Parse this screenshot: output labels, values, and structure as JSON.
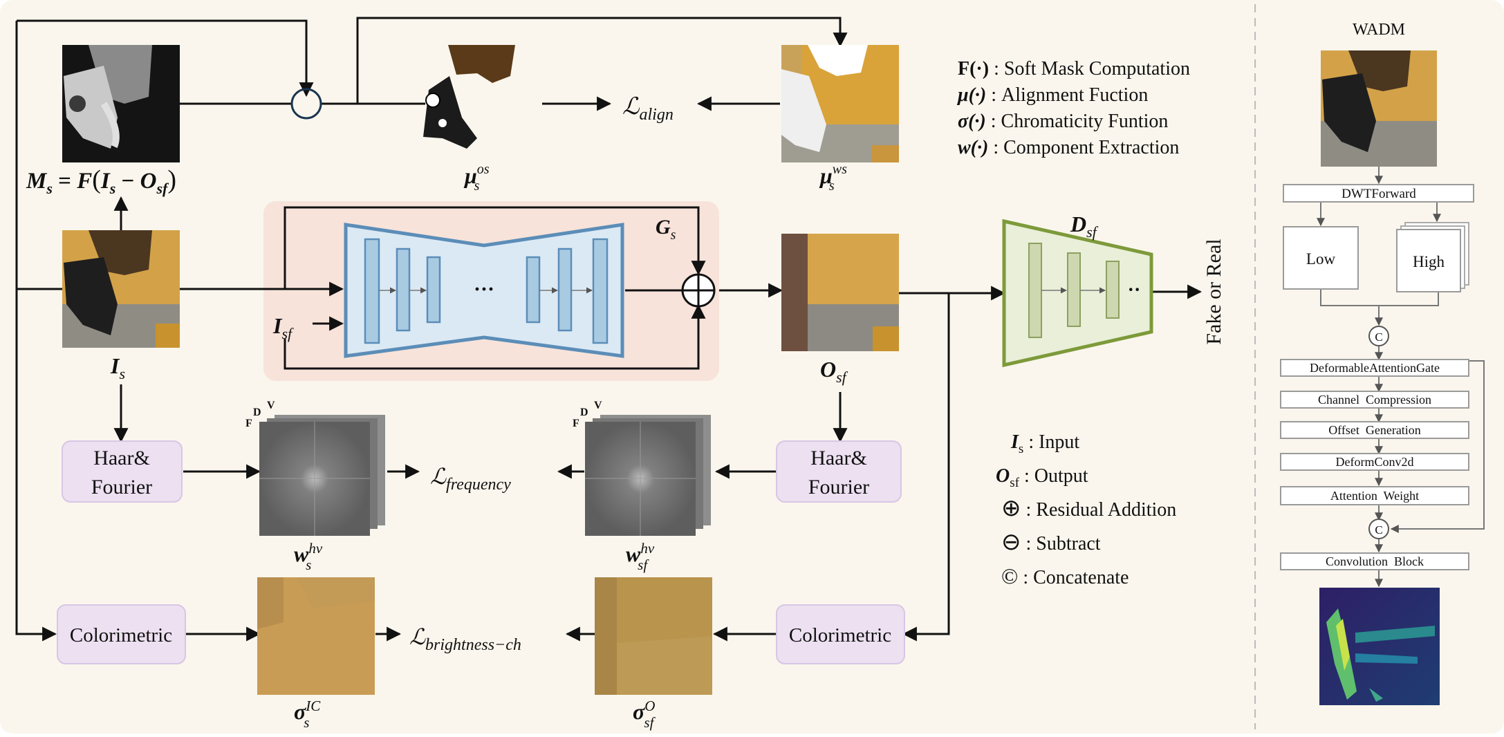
{
  "colors": {
    "canvas_bg": "#faf6ed",
    "generator_panel": "#f7e3da",
    "generator_border": "#5b8db8",
    "generator_fill": "#dbe9f4",
    "discriminator_border": "#7d9a3a",
    "discriminator_fill": "#e9efd8",
    "module_fill": "#ece0f1",
    "module_border": "#d9c7e6",
    "wadm_box_border": "#9a9a9a",
    "arrow": "#111111",
    "mask_yellow": "#d9a33a",
    "chromaticity_a": "#c99c55",
    "chromaticity_b": "#b8944c",
    "heatmap_bg": "#2c1e5a"
  },
  "left_panel": {
    "mask_label": {
      "lhs": "M",
      "sub": "s",
      "eq": " = ",
      "fn": "F",
      "arg_open": "(",
      "I": "I",
      "I_sub": "s",
      "minus": " − ",
      "O": "O",
      "O_sub": "sf",
      "arg_close": ")"
    },
    "mu_os": {
      "base": "μ",
      "sub": "s",
      "sup": "os"
    },
    "mu_ws": {
      "base": "μ",
      "sub": "s",
      "sup": "ws"
    },
    "loss_align": {
      "script": "ℒ",
      "sub": "align"
    },
    "input_label": {
      "base": "I",
      "sub": "s"
    },
    "generator": {
      "base": "G",
      "sub": "s"
    },
    "generator_extra_input": {
      "base": "I",
      "sub": "sf"
    },
    "generator_dots": "···",
    "output_label": {
      "base": "O",
      "sub": "sf"
    },
    "discriminator": {
      "base": "D",
      "sub": "sf",
      "dots": "··"
    },
    "fake_or_real": "Fake or Real",
    "haar_left": [
      "Haar&",
      "Fourier"
    ],
    "haar_right": [
      "Haar&",
      "Fourier"
    ],
    "fdv_letters": {
      "f": "F",
      "d": "D",
      "v": "V"
    },
    "loss_frequency": {
      "script": "ℒ",
      "sub": "frequency"
    },
    "w_s": {
      "base": "w",
      "sub": "s",
      "sup": "hv"
    },
    "w_sf": {
      "base": "w",
      "sub": "sf",
      "sup": "hv"
    },
    "colorimetric_left": "Colorimetric",
    "colorimetric_right": "Colorimetric",
    "loss_brightness": {
      "script": "ℒ",
      "sub": "brightness−ch"
    },
    "sigma_s": {
      "base": "σ",
      "sub": "s",
      "sup": "IC"
    },
    "sigma_sf": {
      "base": "σ",
      "sub": "sf",
      "sup": "O"
    }
  },
  "legend_functions": [
    {
      "sym": "F(·)",
      "desc": " : Soft Mask Computation"
    },
    {
      "sym": "μ(·)",
      "desc": " : Alignment Fuction"
    },
    {
      "sym": "σ(·)",
      "desc": " : Chromaticity Funtion"
    },
    {
      "sym": "w(·)",
      "desc": " : Component Extraction"
    }
  ],
  "legend_symbols": [
    {
      "base": "I",
      "sub": "s",
      "desc": " : Input"
    },
    {
      "base": "O",
      "sub": "sf",
      "desc": " : Output"
    },
    {
      "glyph": "⊕",
      "desc": " : Residual Addition"
    },
    {
      "glyph": "⊖",
      "desc": " : Subtract"
    },
    {
      "glyph": "©",
      "desc": " : Concatenate"
    }
  ],
  "wadm": {
    "title": "WADM",
    "dwt": "DWTForward",
    "low": "Low",
    "high": "High",
    "concat": "C",
    "steps": [
      "DeformableAttentionGate",
      "Channel  Compression",
      "Offset  Generation",
      "DeformConv2d",
      "Attention  Weight"
    ],
    "conv_block": "Convolution  Block"
  }
}
